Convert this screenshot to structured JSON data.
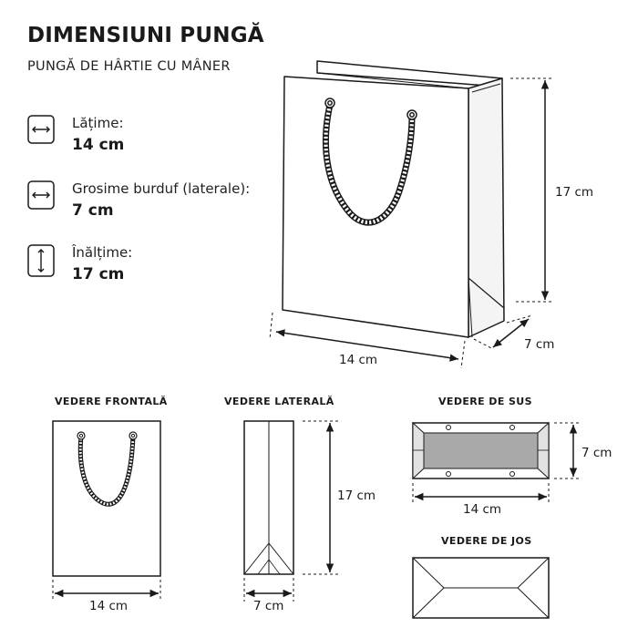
{
  "header": {
    "title": "DIMENSIUNI PUNGĂ",
    "subtitle": "PUNGĂ DE HÂRTIE CU MÂNER"
  },
  "specs": [
    {
      "icon": "width-arrows-icon",
      "label": "Lățime:",
      "value": "14 cm"
    },
    {
      "icon": "gusset-arrows-icon",
      "label": "Grosime burduf (laterale):",
      "value": "7 cm"
    },
    {
      "icon": "height-arrows-icon",
      "label": "Înălțime:",
      "value": "17 cm"
    }
  ],
  "perspective": {
    "height": "17 cm",
    "width": "14 cm",
    "depth": "7 cm"
  },
  "views": {
    "front": {
      "label": "VEDERE FRONTALĂ",
      "width": "14 cm"
    },
    "side": {
      "label": "VEDERE LATERALĂ",
      "height": "17 cm",
      "width": "7 cm"
    },
    "top": {
      "label": "VEDERE DE SUS",
      "width": "14 cm",
      "depth": "7 cm"
    },
    "bottom": {
      "label": "VEDERE DE JOS"
    }
  },
  "colors": {
    "line": "#1a1a1a",
    "interior": "#a9a9a9",
    "side_panel": "#f4f4f4"
  }
}
